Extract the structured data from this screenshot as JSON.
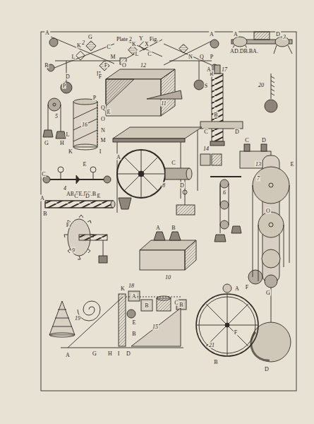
{
  "diagram": {
    "labels": [
      "Plate 2",
      "Fig.",
      "2",
      "A",
      "G",
      "K",
      "C",
      "L",
      "M",
      "F",
      "H",
      "B",
      "D",
      "P",
      "K",
      "Y",
      "X",
      "L",
      "C",
      "O",
      "A",
      "P",
      "N",
      "Q",
      "R",
      "S",
      "3",
      "A",
      "D",
      "AD.DB.BA.",
      "12",
      "F",
      "E",
      "11",
      "A",
      "17",
      "B",
      "C",
      "D",
      "20",
      "5",
      "G",
      "H",
      "P",
      "Q",
      "O",
      "16",
      "N",
      "M",
      "L",
      "K",
      "I",
      "8",
      "A",
      "C",
      "D",
      "14",
      "13",
      "C",
      "D",
      "6",
      "7",
      "E",
      "O",
      "F",
      "G",
      "D",
      "C",
      "4",
      "E",
      "AB.FE.EC.B.",
      "A",
      "B",
      "C",
      "D",
      "E",
      "F",
      "9",
      "10",
      "A",
      "B",
      "18",
      "A",
      "B",
      "B",
      "19",
      "K",
      "E",
      "C",
      "15",
      "A",
      "G",
      "H",
      "I",
      "D",
      "B",
      "A",
      "21",
      "F",
      "B"
    ]
  }
}
